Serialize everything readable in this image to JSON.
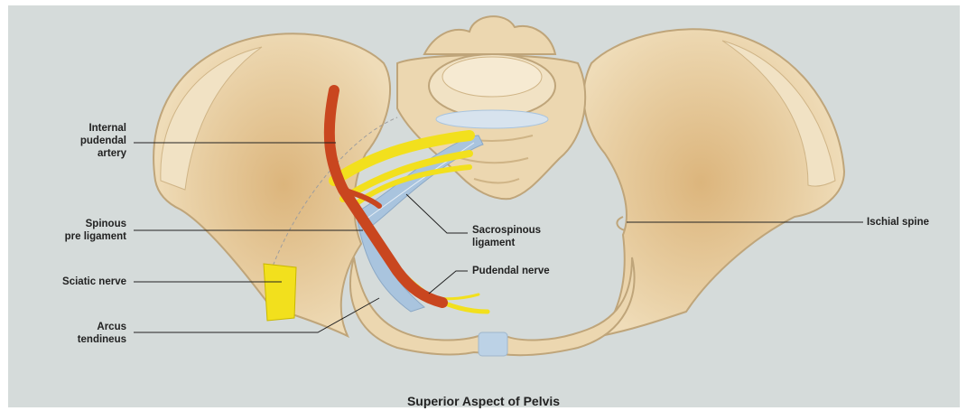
{
  "labels": {
    "internal_pudendal_artery": [
      "Internal",
      "pudendal",
      "artery"
    ],
    "spinous_pre_ligament": [
      "Spinous",
      "pre ligament"
    ],
    "sciatic_nerve": "Sciatic nerve",
    "arcus_tendineus": [
      "Arcus",
      "tendineus"
    ],
    "sacrospinous_ligament": [
      "Sacrospinous",
      "ligament"
    ],
    "pudendal_nerve": "Pudendal nerve",
    "ischial_spine": "Ischial spine"
  },
  "caption": "Superior Aspect of Pelvis",
  "colors": {
    "background": "#d5dbda",
    "bone": "#ecd7b0",
    "bone_shadow": "#d9b985",
    "bone_outline": "#bfa57a",
    "artery": "#c9461f",
    "nerve": "#f2e01d",
    "ligament": "#a9c4de",
    "leader_line": "#222222"
  }
}
